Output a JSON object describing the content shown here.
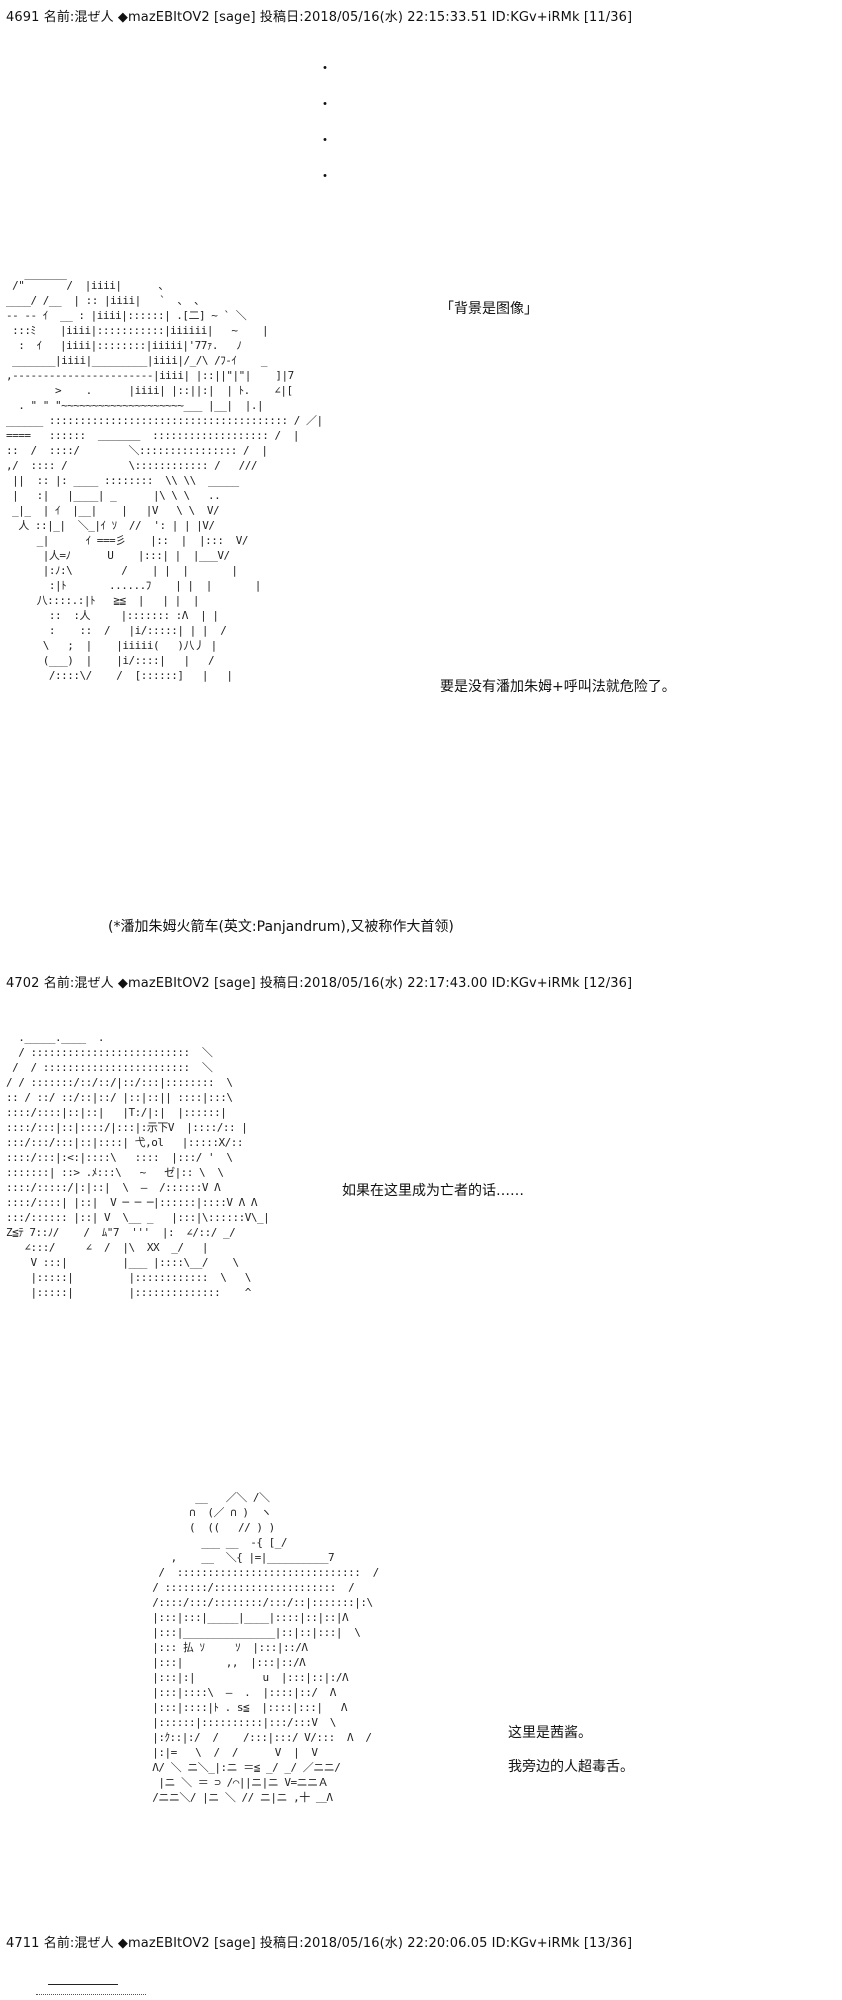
{
  "posts": [
    {
      "header": "4691 名前:混ぜ人 ◆mazEBItOV2 [sage] 投稿日:2018/05/16(水) 22:15:33.51 ID:KGv+iRMk [11/36]",
      "ellipsis_dots": [
        "・",
        "・",
        "・",
        "・"
      ],
      "lines": [
        "「背景是图像」",
        "要是没有潘加朱姆+呼叫法就危险了。",
        "(*潘加朱姆火箭车(英文:Panjandrum),又被称作大首领)"
      ]
    },
    {
      "header": "4702 名前:混ぜ人 ◆mazEBItOV2 [sage] 投稿日:2018/05/16(水) 22:17:43.00 ID:KGv+iRMk [12/36]",
      "lines": [
        "如果在这里成为亡者的话……",
        "这里是茜酱。",
        "我旁边的人超毒舌。"
      ]
    },
    {
      "header": "4711 名前:混ぜ人 ◆mazEBItOV2 [sage] 投稿日:2018/05/16(水) 22:20:06.05 ID:KGv+iRMk [13/36]"
    }
  ],
  "ascii_art": {
    "scene_one": " /\"￣￣￣￣/  |iiii|      、\n____/ /__  | :: |iiii|   `  、 、\n-- -- ｲ  __ : |iiii|::::::| .[二] ~ ` ＼\n :::ﾐ    |iiii|:::::::::::|iiiiii|   ~    |\n  :  ｲ   |iiii|::::::::|iiiii|'77ｧ.   ﾉ\n _______|iiii|_________|iiii|/_/\\ /ﾌ-ｲ    _\n,-----------------------|iiii| |::||\"|\"|    ]|7\n        >    .      |iiii| |::||:|  | ﾄ.    ∠|[\n  . \" \" \"~~~~~~~~~~~~~~~~~~~~___ |__|  |.|\n______ ::::::::::::::::::::::::::::::::::::::: / ／|\n====   ::::::  ＿＿＿＿  ::::::::::::::::::: /  |\n::  /  ::::/        ＼:::::::::::::::: /  |\n,/  :::: /          \\:::::::::::: /   ///\n ||  :: |: ____ ::::::::  \\\\ \\\\  _____\n |   :|   |____| _      |\\ \\ \\   ..\n _|_  | ｲ  |__|    |   |V   \\ \\  V/\n  人 ::|_|  ＼_|ｲ ｿ  //  ': | | |V/\n     _|      ｲ ===彡    |::  |  |:::  V/\n      |人=ﾉ      U    |:::| |  |___V/\n      |:ﾉ:\\        /    | |  |       |\n       :|ﾄ       ......ﾌ    | |  |       |\n     八::::.:|ﾄ   ≧≦  |   | |  |\n       ::  :人     |::::::: :Λ  | |\n       :    ::  /   |i/:::::| | |  /\n      \\   ;  |    |iiiii(   )八丿 |\n      (___)  |    |i/::::|   |   /\n       /::::\\/    /  [::::::]   |   |",
    "scene_two": "  ._____.____  .\n  / ::::::::::::::::::::::::::  ＼\n /  / ::::::::::::::::::::::::  ＼\n/ / :::::::/::/::/|::/:::|::::::::  \\\n:: / ::/ ::/::|::/ |::|::|| ::::|:::\\\n::::/::::|::|::|   |T:/|:|  |::::::|\n::::/:::|::|::::/|:::|:示下V  |::::/:: |\n:::/:::/:::|::|::::| 弋,ol   |:::::X/::\n::::/:::|:<:|::::\\   ::::  |:::/ '  \\\n:::::::| ::> .ﾒ:::\\   ~   ゼ|:: \\  \\\n::::/:::::/|:|::|  \\  ―  /::::::V Λ\n::::/::::| |::|  V ─ ─ ─|::::::|::::V Λ Λ\n:::/:::::: |::| V  \\__ _   |:::|\\::::::V\\_|\nZ≦ﾃ 7::ﾉ/    /  ﾑ\"7  '''  |:  ∠/::/ _/\n   ∠:::/     ∠  /  |\\  XX  _/   |\n    V :::|         |___ |::::\\__/    \\\n    |:::::|         |::::::::::::  \\   \\\n    |:::::|         |::::::::::::::    ^",
    "scene_three": "         __   ／＼ /＼\n        ∩  (／ ∩ )  ヽ\n        (  ((   // ) )\n          ___ __  -{ [_/\n     ,    __  ＼{ |=|__________7\n   /  ::::::::::::::::::::::::::::::  /\n  / :::::::/::::::::::::::::::::  /\n  /::::/:::/::::::::/:::/::|:::::::|:\\\n  |:::|:::|_____|____|::::|::|::|Λ\n  |:::|_______________|::|::|:::|  \\\n  |::: 払 ｿ     ｿ  |:::|::/Λ\n  |:::|       ,,  |:::|::/Λ\n  |:::|:|           u  |:::|::|:/Λ\n  |:::|::::\\  ―  .  |::::|::/  Λ\n  |:::|::::|ﾄ . s≦  |::::|:::|   Λ\n  |::::::|::::::::::|:::/:::V  \\ \n  |:ｸ::|:/  /    /:::|:::/ V/:::  Λ  /\n  |:|=   \\  /  /      V  |  V\n  Λ/ ＼ ニ＼_|:ニ ＝≦ _/ _/ ／ニニ/\n   |ニ ＼ ＝ ⊃ /⌒||ニ|ニ V=ニニＡ\n  /ニニ＼/ |ニ ＼ // ニ|ニ ,十 ＿Λ"
  }
}
